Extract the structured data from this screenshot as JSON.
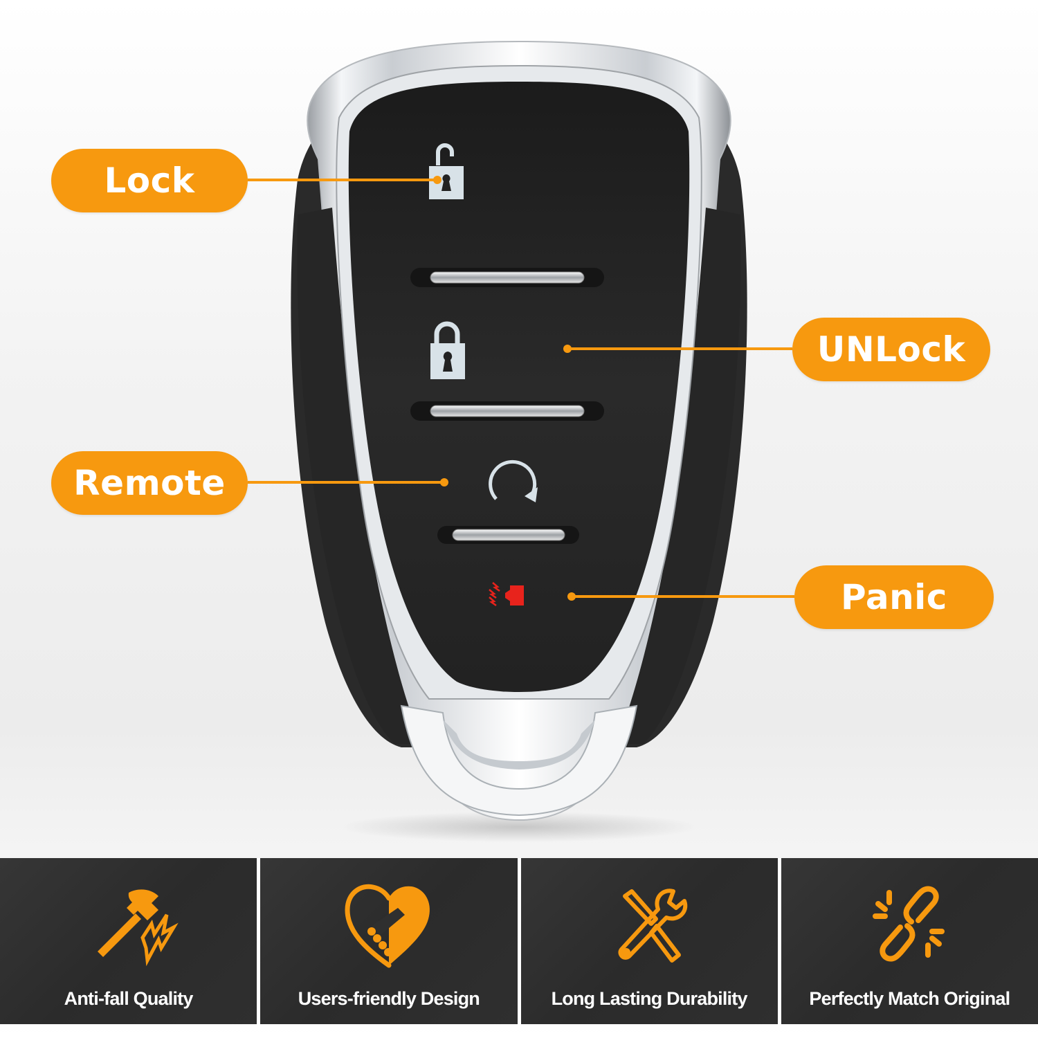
{
  "product": {
    "name": "4-button smart key fob",
    "buttons": [
      {
        "id": "lock",
        "icon": "unlocked-padlock-icon",
        "icon_color": "#d8e2e8"
      },
      {
        "id": "unlock",
        "icon": "locked-padlock-icon",
        "icon_color": "#d8e2e8"
      },
      {
        "id": "remote",
        "icon": "remote-start-arrow-icon",
        "icon_color": "#d8e2e8"
      },
      {
        "id": "panic",
        "icon": "panic-horn-icon",
        "icon_color": "#e8231c"
      }
    ]
  },
  "callouts": {
    "lock": {
      "label": "Lock"
    },
    "unlock": {
      "label": "UNLock"
    },
    "remote": {
      "label": "Remote"
    },
    "panic": {
      "label": "Panic"
    }
  },
  "features": [
    {
      "icon": "hammer-break-icon",
      "label": "Anti-fall Quality"
    },
    {
      "icon": "heart-handshake-icon",
      "label": "Users-friendly Design"
    },
    {
      "icon": "wrench-screwdriver-icon",
      "label": "Long Lasting Durability"
    },
    {
      "icon": "chain-link-icon",
      "label": "Perfectly Match Original"
    }
  ],
  "colors": {
    "accent": "#f7990f",
    "feature_bg": "#2f2f2f",
    "fob_face": "#232323",
    "panic_red": "#e8231c"
  }
}
